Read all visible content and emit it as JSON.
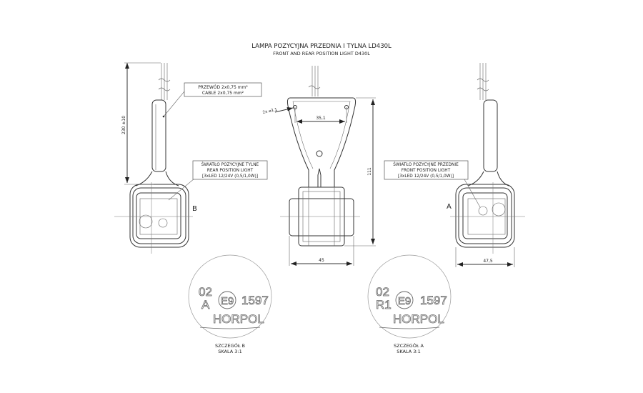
{
  "title": {
    "line1": "LAMPA POZYCYJNA PRZEDNIA I TYLNA LD430L",
    "line2": "FRONT AND REAR POSITION LIGHT D430L"
  },
  "left_view": {
    "cable_callout": [
      "PRZEWÓD 2x0,75 mm²",
      "CABLE 2x0,75 mm²"
    ],
    "light_callout": [
      "ŚWIATŁO POZYCYJNE TYLNE",
      "REAR POSITION LIGHT",
      "[3xLED 12/24V (0,5/1,0W)]"
    ],
    "length_dim": "230 ±10",
    "section_label": "B"
  },
  "middle_view": {
    "hole_dim": "2x ⌀3,1",
    "hole_spacing": "35,1",
    "height_dim": "111",
    "width_dim": "45"
  },
  "right_view": {
    "light_callout": [
      "ŚWIATŁO POZYCYJNE PRZEDNIE",
      "FRONT POSITION LIGHT",
      "[3xLED 12/24V (0,5/1,0W)]"
    ],
    "width_dim": "47,5",
    "section_label": "A"
  },
  "details": [
    {
      "code_top": "02",
      "code_bottom": "A",
      "mark": "E9",
      "number": "1597",
      "brand": "HORPOL",
      "caption": "SZCZEGÓŁ B",
      "scale": "SKALA 3:1"
    },
    {
      "code_top": "02",
      "code_bottom": "R1",
      "mark": "E9",
      "number": "1597",
      "brand": "HORPOL",
      "caption": "SZCZEGÓŁ A",
      "scale": "SKALA 3:1"
    }
  ]
}
